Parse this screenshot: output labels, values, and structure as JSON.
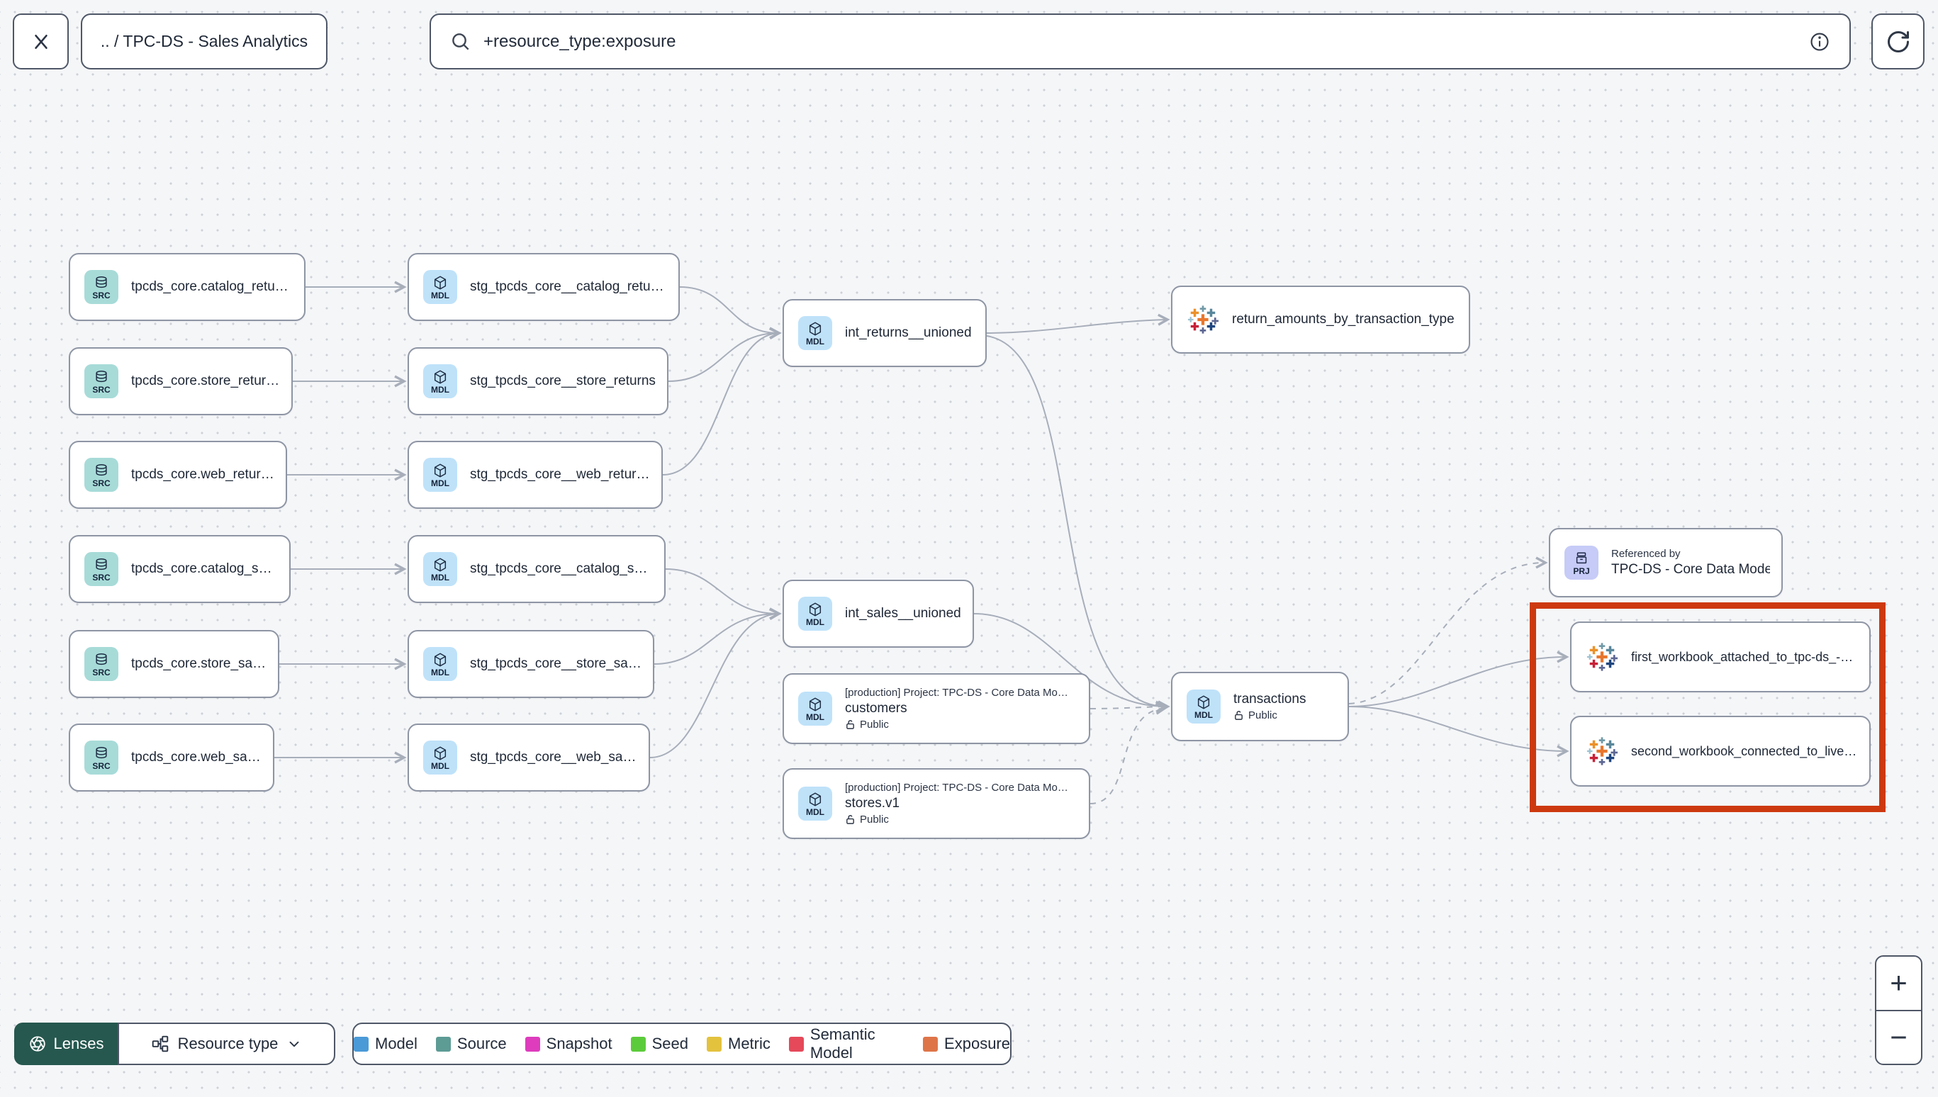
{
  "topbar": {
    "breadcrumb": ".. / TPC-DS - Sales Analytics",
    "search_value": "+resource_type:exposure"
  },
  "badges": {
    "source": "SRC",
    "model": "MDL",
    "project": "PRJ"
  },
  "nodes": {
    "sources": [
      {
        "label": "tpcds_core.catalog_returns"
      },
      {
        "label": "tpcds_core.store_returns"
      },
      {
        "label": "tpcds_core.web_returns"
      },
      {
        "label": "tpcds_core.catalog_sales"
      },
      {
        "label": "tpcds_core.store_sales"
      },
      {
        "label": "tpcds_core.web_sales"
      }
    ],
    "staging": [
      {
        "label": "stg_tpcds_core__catalog_returns"
      },
      {
        "label": "stg_tpcds_core__store_returns"
      },
      {
        "label": "stg_tpcds_core__web_returns"
      },
      {
        "label": "stg_tpcds_core__catalog_sales"
      },
      {
        "label": "stg_tpcds_core__store_sales"
      },
      {
        "label": "stg_tpcds_core__web_sales"
      }
    ],
    "int_returns": {
      "label": "int_returns__unioned"
    },
    "int_sales": {
      "label": "int_sales__unioned"
    },
    "customers": {
      "header": "[production] Project: TPC-DS - Core Data Mo…",
      "label": "customers",
      "access": "Public"
    },
    "stores": {
      "header": "[production] Project: TPC-DS - Core Data Mo…",
      "label": "stores.v1",
      "access": "Public"
    },
    "transactions": {
      "label": "transactions",
      "access": "Public"
    },
    "return_amounts": {
      "label": "return_amounts_by_transaction_type"
    },
    "referenced_by": {
      "title": "Referenced by",
      "label": "TPC-DS - Core Data Models"
    },
    "exposures": [
      {
        "label": "first_workbook_attached_to_tpc-ds_-_…"
      },
      {
        "label": "second_workbook_connected_to_live…"
      }
    ]
  },
  "legend": {
    "items": [
      {
        "label": "Model",
        "color": "#4a9ad7"
      },
      {
        "label": "Source",
        "color": "#5d9b95"
      },
      {
        "label": "Snapshot",
        "color": "#de3cbd"
      },
      {
        "label": "Seed",
        "color": "#5ccb3b"
      },
      {
        "label": "Metric",
        "color": "#e3c23e"
      },
      {
        "label": "Semantic Model",
        "color": "#e5495a"
      },
      {
        "label": "Exposure",
        "color": "#de7549"
      }
    ]
  },
  "controls": {
    "lenses": "Lenses",
    "resource_type": "Resource type",
    "zoom_in": "+",
    "zoom_out": "−"
  },
  "highlight_color": "#cd390f"
}
